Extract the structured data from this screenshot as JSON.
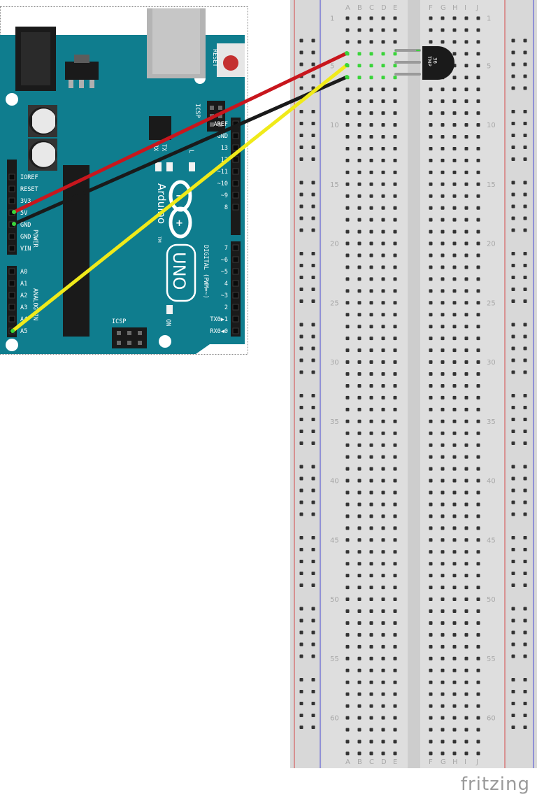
{
  "watermark": "fritzing",
  "breadboard": {
    "column_letters_left": [
      "A",
      "B",
      "C",
      "D",
      "E"
    ],
    "column_letters_right": [
      "F",
      "G",
      "H",
      "I",
      "J"
    ],
    "row_numbers": [
      "1",
      "5",
      "10",
      "15",
      "20",
      "25",
      "30",
      "35",
      "40",
      "45",
      "50",
      "55",
      "60"
    ]
  },
  "arduino": {
    "reset_label": "RESET",
    "icsp_top_label": "ICSP",
    "icsp_bottom_label": "ICSP",
    "tx_label": "TX",
    "rx_label": "RX",
    "l_label": "L",
    "on_label": "ON",
    "logo_text": "Arduino",
    "uno_text": "UNO",
    "tm_mark": "TM",
    "power_group": "POWER",
    "analog_group": "ANALOG IN",
    "digital_group": "DIGITAL (PWM=~)",
    "power_pins": [
      "IOREF",
      "RESET",
      "3V3",
      "5V",
      "GND",
      "GND",
      "VIN"
    ],
    "analog_pins": [
      "A0",
      "A1",
      "A2",
      "A3",
      "A4",
      "A5"
    ],
    "digital_top_pins": [
      "AREF",
      "GND",
      "13",
      "12",
      "~11",
      "~10",
      "~9",
      "8"
    ],
    "digital_bottom_pins": [
      "7",
      "~6",
      "~5",
      "4",
      "~3",
      "2",
      "TX0▶1",
      "RX0◀0"
    ]
  },
  "sensor": {
    "label_line1": "TMP",
    "label_line2": "36"
  },
  "wires": [
    {
      "name": "5v-wire",
      "color": "#c8161d"
    },
    {
      "name": "gnd-wire",
      "color": "#1a1a1a"
    },
    {
      "name": "a5-wire",
      "color": "#f0ea1a"
    }
  ],
  "colors": {
    "board": "#0f7d8e",
    "breadboard": "#dcdcdc",
    "rail_red": "#d44848",
    "rail_blue": "#4a4ad4",
    "highlight": "#3ad43a"
  }
}
